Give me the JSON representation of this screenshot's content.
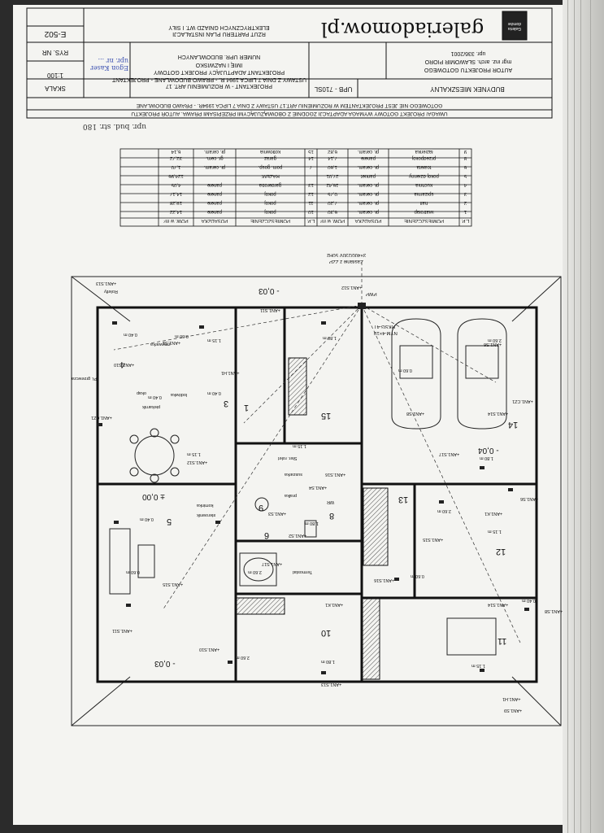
{
  "title_block": {
    "warning": "UWAGA! PROJEKT GOTOWY WYMAGA ADAPTACJI ZGODNIE Z OBOWIĄZUJĄCYMI PRZEPISAMI PRAWA. AUTOR PROJEKTU",
    "warning_2": "GOTOWEGO NIE JEST PROJEKTANTEM W ROZUMIENIU ART.17 USTAWY Z DNIA 7 LIPCA 1994R. - PRAWO BUDOWLANE",
    "building_type": "BUDYNEK MIESZKALNY",
    "project_code": "UPB - 710SL",
    "author_label": "AUTOR PROJEKTU GOTOWEGO",
    "author_name": "mgr inż. arch. SŁAWOMIR PIORO",
    "author_license": "upr. 336/2001",
    "brand": "galeriadomow.pl",
    "brand_logo": "Galeria domów",
    "adapting_designer": "PROJEKTANT ADAPTUJĄCY PROJEKT GOTOWY",
    "adapting_law": "USTAWY Z DNIA 7 LIPCA 1994 R. - PRAWO BUDOWLANE - PROJEKTANT",
    "adapting_law_2": "PROJEKTANT - W ROZUMIENIU ART. 17",
    "name_label": "IMIĘ I NAZWISKO",
    "permit_label": "NUMER UPR. BUDOWLANYCH",
    "drawing_title": "RZUT PARTERU PLAN INSTALACJI",
    "drawing_subtitle": "ELEKTRYCZNYCH GNIAZD WT. I SIŁY",
    "scale_label": "SKALA",
    "scale_value": "1:100",
    "sheet_label": "RYS. NR",
    "sheet_value": "E-502",
    "handwritten": "Egon Kaser upr. nr ...",
    "handwritten_2": "upr. bud. str. 180"
  },
  "room_table": {
    "headers": [
      "L.P.",
      "POMIESZCZENIE",
      "POSADZKA",
      "POW. w m²",
      "L.P.",
      "POMIESZCZENIE",
      "POSADZKA",
      "POW. w m²"
    ],
    "rows": [
      [
        "1",
        "wiatrołap",
        "pł. ceram.",
        "6,30",
        "10",
        "pokój",
        "panele",
        "14,22"
      ],
      [
        "2",
        "hall",
        "pł. ceram.",
        "7,20",
        "11",
        "pokój",
        "panele",
        "19,28"
      ],
      [
        "3",
        "spiżarnia",
        "pł. ceram.",
        "0,75",
        "12",
        "pokój",
        "panele",
        "14,17"
      ],
      [
        "4",
        "kuchnia",
        "pł. ceram.",
        "16,42",
        "13",
        "garderoba",
        "panele",
        "4,05"
      ],
      [
        "5",
        "pokój dzienny",
        "parkiet",
        "27,01",
        "",
        "RAZEM:",
        "",
        "124,96"
      ],
      [
        "6",
        "toaleta",
        "pł. ceram.",
        "1,60",
        "7",
        "pom. gosp.",
        "pł. ceram.",
        "1,70"
      ],
      [
        "8",
        "przedpokój",
        "panele",
        "7,14",
        "14",
        "garaż",
        "gr. cem.",
        "32,72"
      ],
      [
        "9",
        "łazienka",
        "pł. ceram.",
        "6,82",
        "15",
        "kotłownia",
        "pł. ceram.",
        "6,14"
      ]
    ]
  },
  "plan": {
    "levels": [
      "- 0,03",
      "± 0,00",
      "- 0,04",
      "- 0,03"
    ],
    "room_numbers": [
      "1",
      "3",
      "4",
      "5",
      "6",
      "8",
      "9",
      "10",
      "11",
      "12",
      "13",
      "14",
      "15"
    ],
    "supply_label": "Zasilanie z ZZP",
    "supply_spec": "3×400/230V 50Hz",
    "board_label": "RKSG-4T",
    "board_cable": "NYM-4×10",
    "pwp_label": "PWP",
    "sockets": [
      "+AN1.CZ1",
      "+AN1.S6",
      "+AN1.S8",
      "+AN1.S9",
      "+AN1.S10",
      "+AN1.S11",
      "+AN1.S12",
      "+AN1.S13",
      "+AN1.S14",
      "+AN1.S15",
      "+AN1.S16",
      "+AN1.S17",
      "+AN1.K1",
      "+AN1.H1",
      "+AN1.S2",
      "+AN1.S3",
      "+AN1.S4"
    ],
    "heights": [
      "0.40 m",
      "1.15 m",
      "1.80 m",
      "2.60 m",
      "0.60 m"
    ],
    "equipment": [
      "Roletly",
      "zmywarka",
      "lodówka",
      "piekarnik",
      "okap",
      "pralka",
      "suszarka",
      "Ster. rolet",
      "Termostat",
      "Pł. grzewcza",
      "WR",
      "kominka",
      "sterownik"
    ]
  },
  "colors": {
    "paper": "#f4f4f1",
    "ink": "#1a1a1a",
    "pen": "#3a4fb0",
    "scan_edge": "#2b2b2b"
  }
}
